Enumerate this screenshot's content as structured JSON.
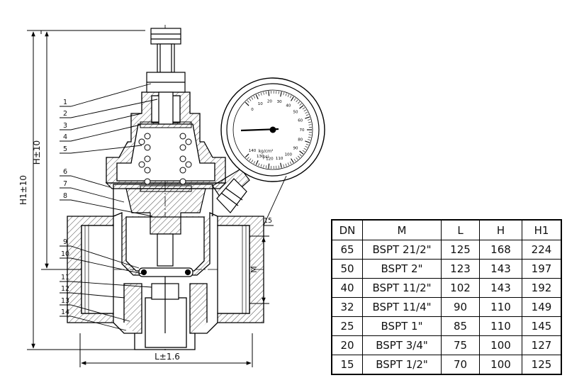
{
  "part_labels": [
    "1",
    "2",
    "3",
    "4",
    "5",
    "6",
    "7",
    "8",
    "9",
    "10",
    "11",
    "12",
    "13",
    "14",
    "15"
  ],
  "dimensions": {
    "h": "H±10",
    "h1": "H1±10",
    "l": "L±1.6",
    "m": "M"
  },
  "gauge_scale": [
    "0",
    "10",
    "20",
    "30",
    "40",
    "50",
    "60",
    "70",
    "80",
    "90",
    "100",
    "110",
    "120",
    "130",
    "140"
  ],
  "gauge_text": [
    "kg/cm²",
    "psi"
  ],
  "table": {
    "headers": [
      "DN",
      "M",
      "L",
      "H",
      "H1"
    ],
    "rows": [
      [
        "65",
        "BSPT 21/2\"",
        "125",
        "168",
        "224"
      ],
      [
        "50",
        "BSPT 2\"",
        "123",
        "143",
        "197"
      ],
      [
        "40",
        "BSPT 11/2\"",
        "102",
        "143",
        "192"
      ],
      [
        "32",
        "BSPT 11/4\"",
        "90",
        "110",
        "149"
      ],
      [
        "25",
        "BSPT 1\"",
        "85",
        "110",
        "145"
      ],
      [
        "20",
        "BSPT 3/4\"",
        "75",
        "100",
        "127"
      ],
      [
        "15",
        "BSPT 1/2\"",
        "70",
        "100",
        "125"
      ]
    ]
  }
}
